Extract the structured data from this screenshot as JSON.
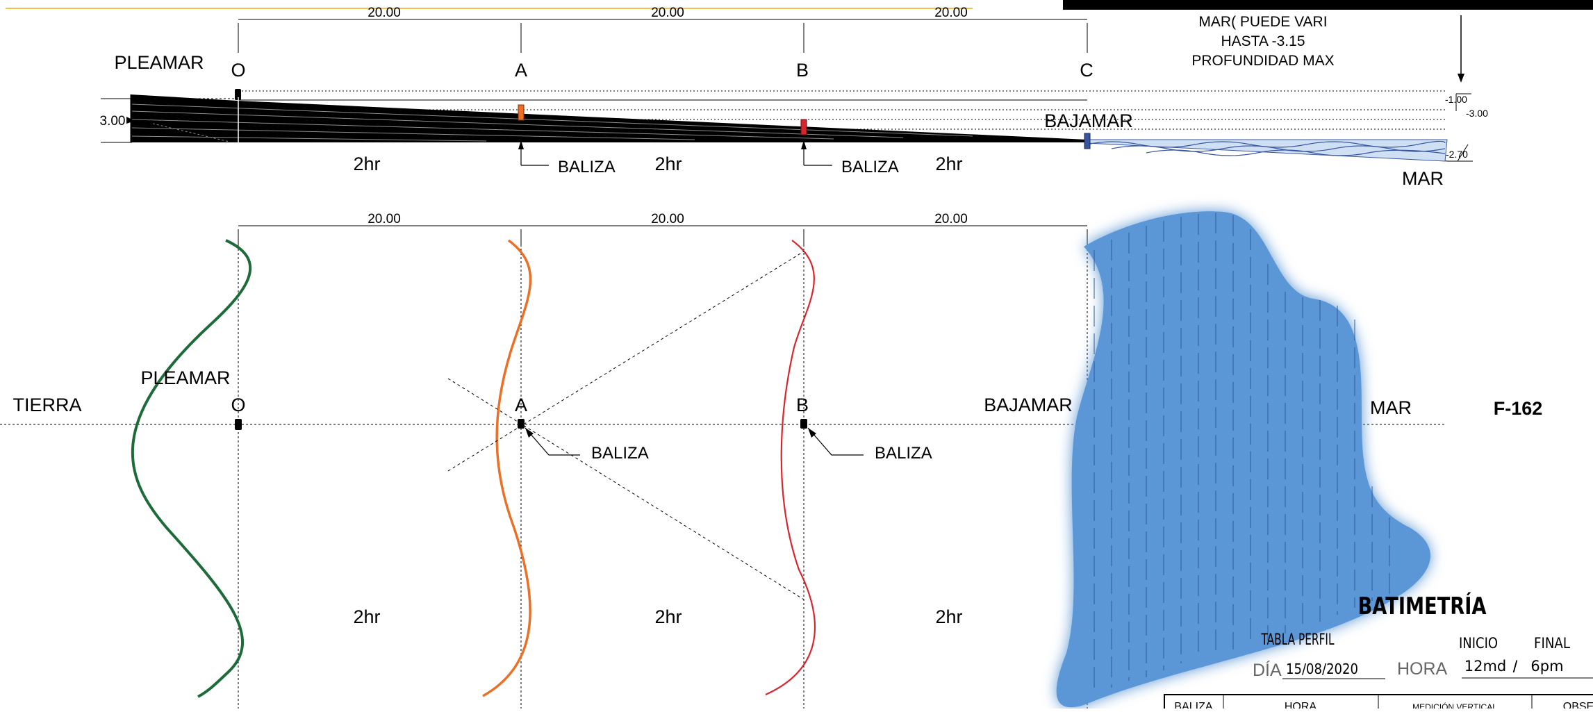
{
  "profile": {
    "spacings": [
      "20.00",
      "20.00",
      "20.00"
    ],
    "stations": [
      "O",
      "A",
      "B",
      "C"
    ],
    "pleamar": "PLEAMAR",
    "bajamar": "BAJAMAR",
    "height_label": "3.00",
    "durations": [
      "2hr",
      "2hr",
      "2hr"
    ],
    "baliza": "BALIZA",
    "mar": "MAR",
    "sea_note": [
      "MAR( PUEDE VARI",
      "HASTA -3.15",
      "PROFUNDIDAD MAX"
    ],
    "depth_marks": [
      "-1.00",
      "-3.00",
      "-2.70"
    ]
  },
  "plan": {
    "spacings": [
      "20.00",
      "20.00",
      "20.00"
    ],
    "tierra": "TIERRA",
    "pleamar": "PLEAMAR",
    "bajamar": "BAJAMAR",
    "mar": "MAR",
    "stations": [
      "O",
      "A",
      "B"
    ],
    "baliza": "BALIZA",
    "durations": [
      "2hr",
      "2hr",
      "2hr"
    ],
    "sheet_code": "F-162"
  },
  "title_block": {
    "title": "BATIMETRÍA",
    "subtitle": "TABLA PERFIL",
    "dia_label": "DÍA",
    "dia_value": "15/08/2020",
    "hora_label": "HORA",
    "inicio_label": "INICIO",
    "final_label": "FINAL",
    "inicio_value": "12md",
    "separator": "/",
    "final_value": "6pm",
    "table_headers": [
      "BALIZA",
      "HORA",
      "MEDICIÓN VERTICAL",
      "OBSE"
    ]
  },
  "colors": {
    "pleamar_curve": "#1e6b3a",
    "station_a_curve": "#ec6f26",
    "station_b_curve": "#d7262e",
    "water_blob": "#5b97d6",
    "water_lines": "#2d5a96",
    "marker_bajamar": "#3a55a0"
  }
}
